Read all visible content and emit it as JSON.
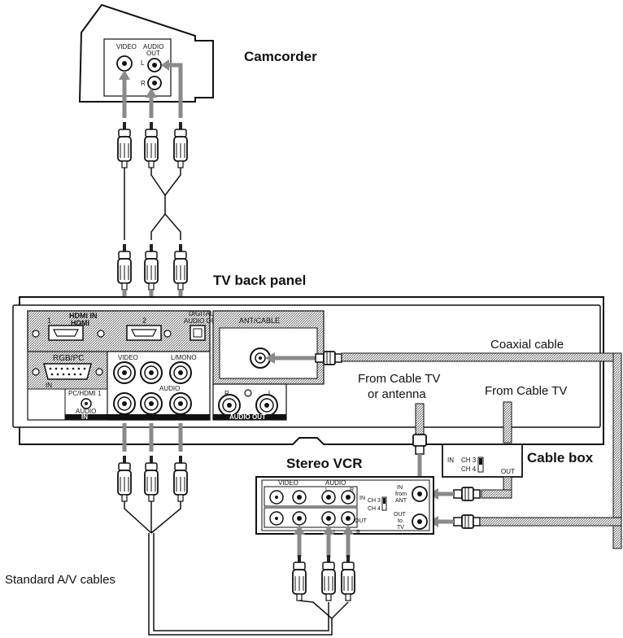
{
  "labels": {
    "camcorder": "Camcorder",
    "tv_back_panel": "TV back panel",
    "coaxial_cable": "Coaxial cable",
    "from_cable_tv_or_antenna_line1": "From Cable TV",
    "from_cable_tv_or_antenna_line2": "or antenna",
    "from_cable_tv": "From Cable TV",
    "cable_box": "Cable box",
    "stereo_vcr": "Stereo VCR",
    "standard_av_cables": "Standard A/V cables"
  },
  "camcorder_panel": {
    "video": "VIDEO",
    "audio": "AUDIO",
    "out": "OUT",
    "l": "L",
    "r": "R"
  },
  "tv_panel": {
    "hdmi_in": "HDMI IN",
    "hdmi_logo": "HDMI",
    "port1": "1",
    "port2": "2",
    "digital": "DIGITAL",
    "audio_out_digital": "AUDIO OUT",
    "ant_cable": "ANT/CABLE",
    "rgb_pc": "RGB/PC",
    "in": "IN",
    "pc_hdmi1": "PC/HDMI 1",
    "audio": "AUDIO",
    "audio_in": "IN",
    "video": "VIDEO",
    "l_mono": "L/MONO",
    "audio_group": "AUDIO",
    "r": "R",
    "l": "L",
    "audio_out": "AUDIO OUT"
  },
  "vcr_panel": {
    "video": "VIDEO",
    "audio": "AUDIO",
    "l": "L",
    "r": "R",
    "in": "IN",
    "out": "OUT",
    "ch3": "CH 3",
    "ch4": "CH 4",
    "in_from": "IN",
    "from": "from",
    "ant": "ANT",
    "out_to": "OUT",
    "to": "to",
    "tv": "TV"
  },
  "cable_box_panel": {
    "in": "IN",
    "ch3": "CH 3",
    "ch4": "CH 4",
    "out": "OUT"
  }
}
